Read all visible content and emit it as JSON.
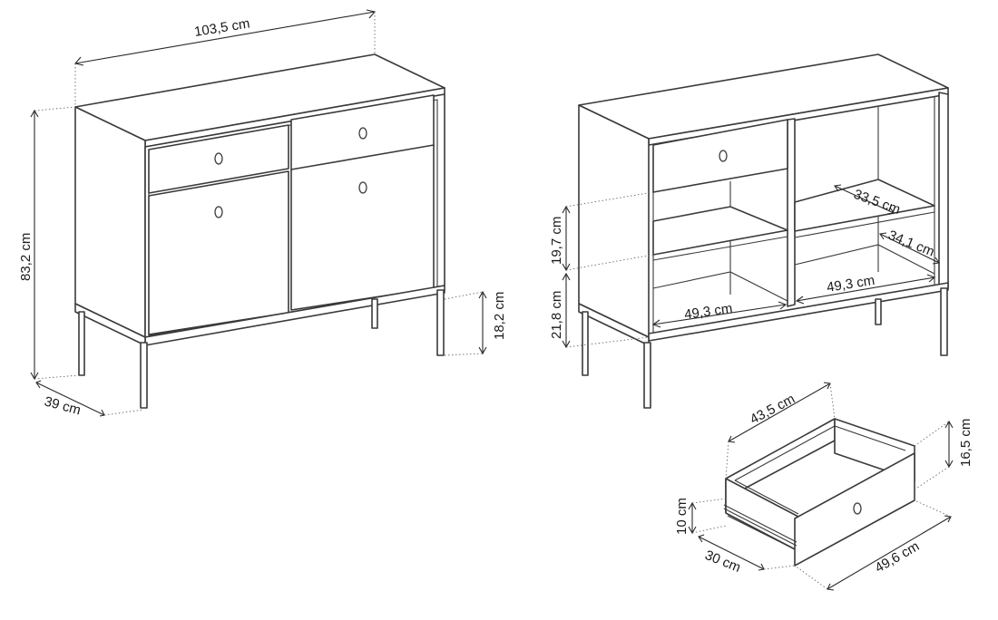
{
  "dimensions": {
    "width": "103,5 cm",
    "height": "83,2 cm",
    "depth": "39 cm",
    "leg_height": "18,2 cm",
    "shelf_gap_upper": "19,7 cm",
    "shelf_gap_lower": "21,8 cm",
    "shelf_depth_upper": "33,5 cm",
    "shelf_depth_lower": "34,1 cm",
    "inner_width_left": "49,3 cm",
    "inner_width_right": "49,3 cm",
    "drawer_width": "43,5 cm",
    "drawer_front_height": "16,5 cm",
    "drawer_inner_height": "10 cm",
    "drawer_depth": "30 cm",
    "drawer_front_width": "49,6 cm"
  }
}
